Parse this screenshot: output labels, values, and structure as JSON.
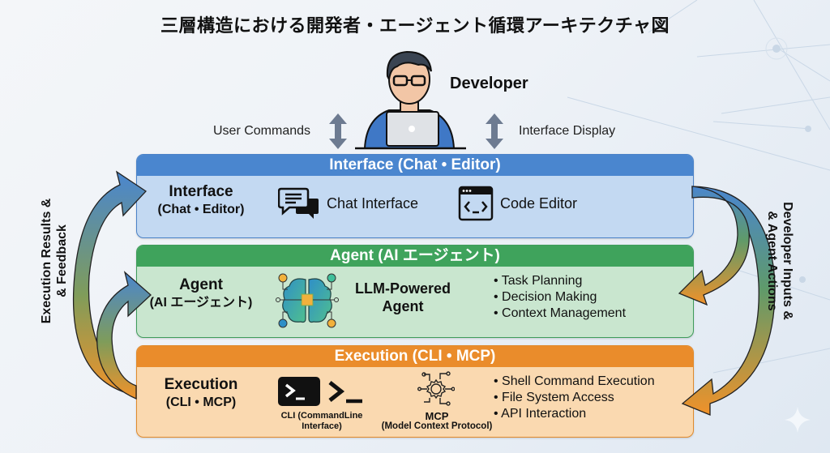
{
  "title": "三層構造における開発者・エージェント循環アーキテクチャ図",
  "developer": {
    "label": "Developer",
    "left_flow": "User Commands",
    "right_flow": "Interface Display",
    "icon": "developer-at-laptop-icon"
  },
  "layers": [
    {
      "id": "interface",
      "header": "Interface (Chat • Editor)",
      "name": "Interface",
      "name_sub": "(Chat • Editor)",
      "color": "#4a86cf",
      "body_color": "#c3d9f2",
      "items": [
        {
          "icon": "chat-bubbles-icon",
          "label": "Chat Interface"
        },
        {
          "icon": "code-editor-icon",
          "label": "Code Editor"
        }
      ]
    },
    {
      "id": "agent",
      "header": "Agent (AI エージェント)",
      "name": "Agent",
      "name_sub": "(AI エージェント)",
      "color": "#3fa35c",
      "body_color": "#c9e6cf",
      "center_icon": "brain-circuit-icon",
      "center_label_line1": "LLM-Powered",
      "center_label_line2": "Agent",
      "bullets": [
        "Task Planning",
        "Decision Making",
        "Context Management"
      ]
    },
    {
      "id": "execution",
      "header": "Execution (CLI • MCP)",
      "name": "Execution",
      "name_sub": "(CLI • MCP)",
      "color": "#ea8c2b",
      "body_color": "#fad9b0",
      "cli_caption_line1": "CLI (CommandLine",
      "cli_caption_line2": "Interface)",
      "mcp_caption_line1": "MCP",
      "mcp_caption_line2": "(Model Context Protocol)",
      "bullets": [
        "Shell Command Execution",
        "File System Access",
        "API Interaction"
      ]
    }
  ],
  "side_flows": {
    "left_line1": "Execution Results &",
    "left_line2": "& Feedback",
    "right_line1": "Developer Inputs &",
    "right_line2": "& Agent Actions"
  }
}
